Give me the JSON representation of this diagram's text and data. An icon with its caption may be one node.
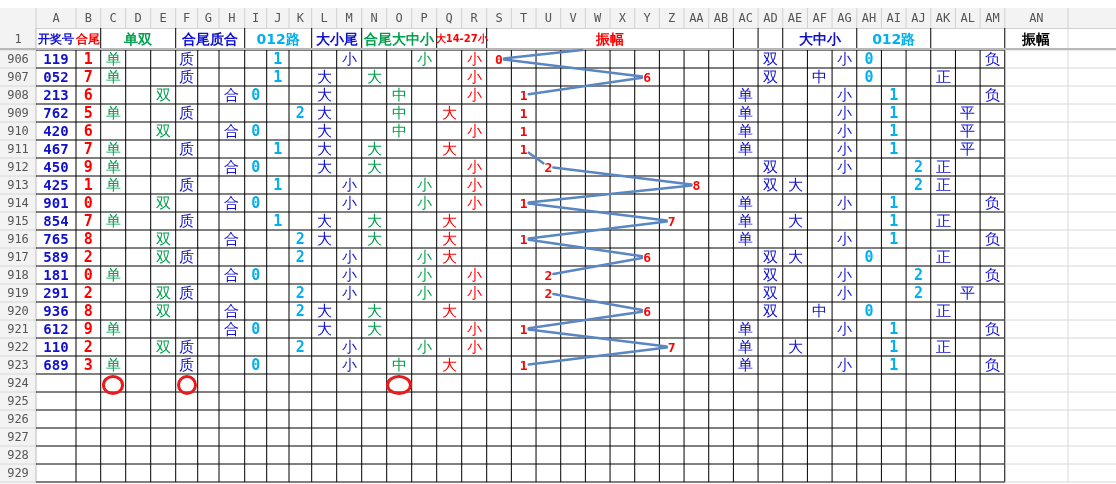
{
  "diagram": {
    "nodes": [
      {
        "text": [
          "0"
        ]
      },
      {
        "text": [
          "6"
        ]
      },
      {
        "text": [
          "1"
        ]
      },
      {
        "text": [
          "1"
        ]
      },
      {
        "text": [
          "1"
        ]
      },
      {
        "text": [
          "1"
        ]
      },
      {
        "text": [
          "2"
        ]
      },
      {
        "text": [
          "8"
        ]
      },
      {
        "text": [
          "1"
        ]
      },
      {
        "text": [
          "7"
        ]
      },
      {
        "text": [
          "1"
        ]
      },
      {
        "text": [
          "6"
        ]
      },
      {
        "text": [
          "2"
        ]
      },
      {
        "text": [
          "2"
        ]
      },
      {
        "text": [
          "6"
        ]
      },
      {
        "text": [
          "1"
        ]
      },
      {
        "text": [
          "7"
        ]
      },
      {
        "text": [
          "1"
        ]
      },
      {
        "text": [],
        "shape": "circle"
      },
      {
        "text": [],
        "shape": "circle"
      },
      {
        "text": [],
        "shape": "circle"
      }
    ],
    "edges": [
      {
        "from": null,
        "to": 0,
        "arrow": "none"
      },
      {
        "from": 0,
        "to": 1,
        "arrow": "none"
      },
      {
        "from": 1,
        "to": 2,
        "arrow": "none"
      },
      {
        "from": 5,
        "to": 6,
        "arrow": "none"
      },
      {
        "from": 6,
        "to": 7,
        "arrow": "none"
      },
      {
        "from": 7,
        "to": 8,
        "arrow": "none"
      },
      {
        "from": 8,
        "to": 9,
        "arrow": "none"
      },
      {
        "from": 9,
        "to": 10,
        "arrow": "none"
      },
      {
        "from": 10,
        "to": 11,
        "arrow": "none"
      },
      {
        "from": 11,
        "to": 12,
        "arrow": "none"
      },
      {
        "from": 13,
        "to": 14,
        "arrow": "none"
      },
      {
        "from": 14,
        "to": 15,
        "arrow": "none"
      },
      {
        "from": 15,
        "to": 16,
        "arrow": "none"
      },
      {
        "from": 16,
        "to": 17,
        "arrow": "none"
      }
    ],
    "labels": [
      "A",
      "B",
      "C",
      "D",
      "E",
      "F",
      "G",
      "H",
      "I",
      "J",
      "K",
      "L",
      "M",
      "N",
      "O",
      "P",
      "Q",
      "R",
      "S",
      "T",
      "U",
      "V",
      "W",
      "X",
      "Y",
      "Z",
      "AA",
      "AB",
      "AC",
      "AD",
      "AE",
      "AF",
      "AG",
      "AH",
      "AI",
      "AJ",
      "AK",
      "AL",
      "AM",
      "AN",
      "1",
      "开奖号",
      "合尾",
      "单双",
      "合尾质合",
      "012路",
      "大小尾",
      "合尾大中小",
      "大14-27小",
      "振幅",
      "大中小",
      "012路",
      "振幅",
      "906",
      "119",
      "1",
      "单",
      "质",
      "1",
      "小",
      "小",
      "小",
      "双",
      "小",
      "0",
      "负",
      "907",
      "052",
      "7",
      "单",
      "质",
      "1",
      "大",
      "大",
      "小",
      "双",
      "中",
      "0",
      "正",
      "908",
      "213",
      "6",
      "双",
      "合",
      "0",
      "大",
      "中",
      "小",
      "单",
      "小",
      "1",
      "负",
      "909",
      "762",
      "5",
      "单",
      "质",
      "2",
      "大",
      "中",
      "大",
      "单",
      "小",
      "1",
      "平",
      "910",
      "420",
      "6",
      "双",
      "合",
      "0",
      "大",
      "中",
      "小",
      "单",
      "小",
      "1",
      "平",
      "911",
      "467",
      "7",
      "单",
      "质",
      "1",
      "大",
      "大",
      "大",
      "单",
      "小",
      "1",
      "平",
      "912",
      "450",
      "9",
      "单",
      "合",
      "0",
      "大",
      "大",
      "小",
      "双",
      "小",
      "2",
      "正",
      "913",
      "425",
      "1",
      "单",
      "质",
      "1",
      "小",
      "小",
      "小",
      "双",
      "大",
      "2",
      "正",
      "914",
      "901",
      "0",
      "双",
      "合",
      "0",
      "小",
      "小",
      "小",
      "单",
      "小",
      "1",
      "负",
      "915",
      "854",
      "7",
      "单",
      "质",
      "1",
      "大",
      "大",
      "大",
      "单",
      "大",
      "1",
      "正",
      "916",
      "765",
      "8",
      "双",
      "合",
      "2",
      "大",
      "大",
      "大",
      "单",
      "小",
      "1",
      "负",
      "917",
      "589",
      "2",
      "双",
      "质",
      "2",
      "小",
      "小",
      "大",
      "双",
      "大",
      "0",
      "正",
      "918",
      "181",
      "0",
      "单",
      "合",
      "0",
      "小",
      "小",
      "小",
      "双",
      "小",
      "2",
      "负",
      "919",
      "291",
      "2",
      "双",
      "质",
      "2",
      "小",
      "小",
      "小",
      "双",
      "小",
      "2",
      "平",
      "920",
      "936",
      "8",
      "双",
      "合",
      "2",
      "大",
      "大",
      "大",
      "双",
      "中",
      "0",
      "正",
      "921",
      "612",
      "9",
      "单",
      "合",
      "0",
      "大",
      "大",
      "小",
      "单",
      "小",
      "1",
      "负",
      "922",
      "110",
      "2",
      "双",
      "质",
      "2",
      "小",
      "小",
      "小",
      "单",
      "大",
      "1",
      "正",
      "923",
      "689",
      "3",
      "单",
      "质",
      "0",
      "小",
      "中",
      "大",
      "单",
      "小",
      "1",
      "负",
      "924",
      "925",
      "926",
      "927",
      "928",
      "929"
    ]
  }
}
